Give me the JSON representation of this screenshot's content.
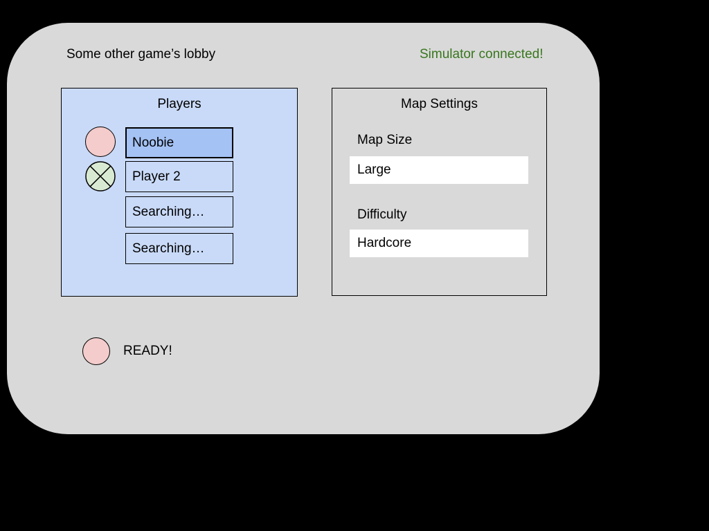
{
  "window": {
    "title": "Some other game’s lobby",
    "status": "Simulator connected!",
    "colors": {
      "canvas": "#000000",
      "surface": "#d9d9d9",
      "status_text": "#38761d",
      "players_panel_bg": "#c9daf8",
      "selected_slot_bg": "#a4c2f4",
      "slot_border": "#000000",
      "ready_indicator": "#f4cccc",
      "unready_indicator": "#d9ead3",
      "field_bg": "#ffffff"
    }
  },
  "players": {
    "title": "Players",
    "slots": [
      {
        "label": "Noobie",
        "selected": true,
        "indicator": "pink-circle"
      },
      {
        "label": "Player 2",
        "selected": false,
        "indicator": "green-x-circle"
      },
      {
        "label": "Searching…",
        "selected": false,
        "indicator": "none"
      },
      {
        "label": "Searching…",
        "selected": false,
        "indicator": "none"
      }
    ]
  },
  "map_settings": {
    "title": "Map Settings",
    "fields": [
      {
        "label": "Map Size",
        "value": "Large"
      },
      {
        "label": "Difficulty",
        "value": "Hardcore"
      }
    ]
  },
  "ready": {
    "label": "READY!"
  }
}
